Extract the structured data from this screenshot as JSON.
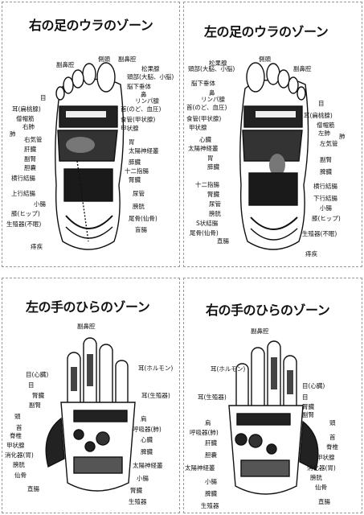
{
  "titles": {
    "right_foot": "右の足のウラのゾーン",
    "left_foot": "左の足のウラのゾーン",
    "left_hand": "左の手のひらのゾーン",
    "right_hand": "右の手のひらのゾーン"
  },
  "right_foot_labels": {
    "sinus": "副鼻腔",
    "side_head": "側頭",
    "sinus2": "副鼻腔",
    "pine": "松果腺",
    "head_big": "頭部(大脳、小脳)",
    "pituitary": "脳下垂体",
    "nose": "鼻",
    "lymph": "リンパ腺",
    "neck": "首(のど、血圧)",
    "esophagus": "食管(甲状腺)",
    "thyroid": "甲状腺",
    "eye": "目",
    "ear": "耳(扁桃腺)",
    "trapezius": "僧帽筋",
    "shoulder": "右肺",
    "lung": "肺",
    "bronchi": "右気管",
    "liver": "肝臓",
    "adrenal": "副腎",
    "gall": "胆嚢",
    "stomach": "胃",
    "solar": "太陽神経叢",
    "pancreas": "膵臓",
    "duodenum": "十二指腸",
    "kidney": "腎臓",
    "transverse": "横行結腸",
    "ascending": "上行結腸",
    "ureter": "尿管",
    "small_int": "小腸",
    "bladder": "膀胱",
    "knee": "膝(ヒップ)",
    "tailbone": "尾骨(仙骨)",
    "genital": "生殖器(不眠)",
    "appendix": "盲腸",
    "insomnia": "痔疾"
  },
  "left_foot_labels": {
    "side_head": "側頭",
    "sinus": "副鼻腔",
    "head": "頭部(大脳、小脳)",
    "pine": "松果腺",
    "pituitary": "脳下垂体",
    "nose": "鼻",
    "lymph": "リンパ腺",
    "neck": "首(のど、血圧)",
    "esophagus": "食管(甲状腺)",
    "thyroid": "甲状腺",
    "eye": "目",
    "ear": "耳(扁桃腺)",
    "trapezius": "僧帽筋",
    "lung": "左肺",
    "heart": "心臓",
    "solar": "太陽神経叢",
    "bronchi": "左気管",
    "lung2": "肺",
    "stomach": "胃",
    "adrenal": "副腎",
    "pancreas": "膵臓",
    "spleen": "脾臓",
    "duodenum": "十二指腸",
    "transverse": "横行結腸",
    "kidney": "腎臓",
    "ureter": "尿管",
    "descending": "下行結腸",
    "bladder": "膀胱",
    "small_int": "小腸",
    "sigmoid": "S状結腸",
    "knee": "膝(ヒップ)",
    "tailbone": "尾骨(仙骨)",
    "genital": "生殖器(不眠)",
    "rectum": "直腸",
    "hemorrhoid": "痔疾"
  },
  "left_hand_labels": {
    "sinus": "副鼻腔",
    "eye_heart": "目(心臓)",
    "eye": "目",
    "kidney_t": "腎臓",
    "adrenal": "副腎",
    "ear": "耳(ホルモン)",
    "ear2": "耳(生殖器)",
    "head": "頭",
    "neck": "首",
    "spine": "脊椎",
    "thyroid": "甲状腺",
    "digest": "消化器(胃)",
    "bladder": "膀胱",
    "sacrum": "仙骨",
    "rectum": "直腸",
    "shoulder": "肩",
    "lung": "呼吸器(肺)",
    "heart": "心臓",
    "spleen": "脾臓",
    "solar": "太陽神経叢",
    "small_int": "小腸",
    "kidney": "腎臓",
    "genital": "生殖器"
  },
  "right_hand_labels": {
    "sinus": "副鼻腔",
    "ear": "耳(ホルモン)",
    "ear2": "耳(生殖器)",
    "eye_heart": "目(心臓)",
    "eye": "目",
    "kidney_t": "腎臓",
    "adrenal": "副腎",
    "shoulder": "肩",
    "lung": "呼吸器(肺)",
    "liver": "肝臓",
    "gall": "胆嚢",
    "solar": "太陽神経叢",
    "small_int": "小腸",
    "spleen": "脾臓",
    "genital": "生殖器",
    "head": "頭",
    "neck": "首",
    "spine": "脊椎",
    "thyroid": "甲状腺",
    "digest": "消化器(胃)",
    "bladder": "膀胱",
    "sacrum": "仙骨",
    "rectum": "直腸"
  }
}
